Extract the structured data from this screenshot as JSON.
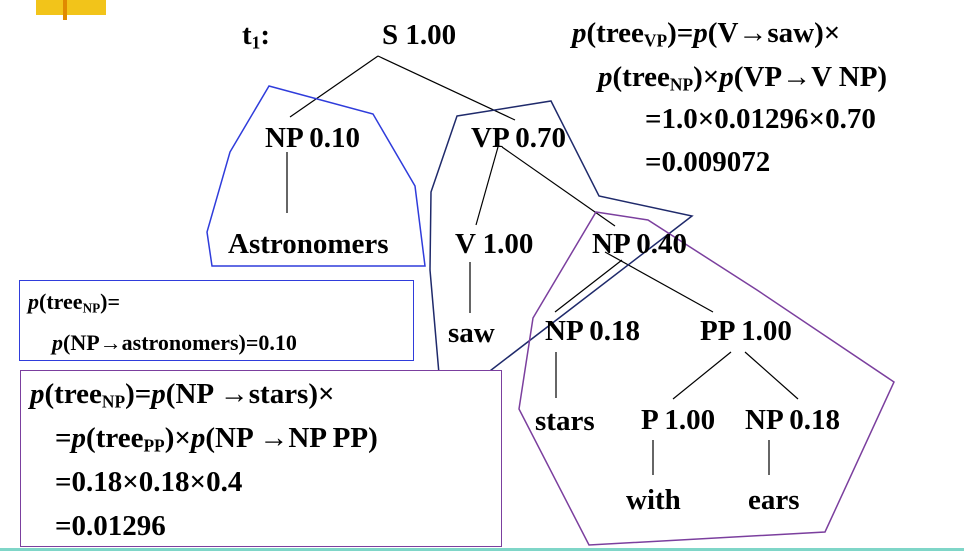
{
  "colors": {
    "accent_bar": "#F2C41A",
    "np_subtree_box": "#2F3CDB",
    "vp_subtree_box": "#1F2A6B",
    "np_pp_subtree_box": "#7B3F9E",
    "bottom_rule": "#7FD6C8"
  },
  "tree": {
    "name": "t",
    "name_sub": "1",
    "name_suffix": ":",
    "nodes": {
      "s": "S 1.00",
      "np": "NP 0.10",
      "vp": "VP 0.70",
      "astronomers": "Astronomers",
      "v": "V 1.00",
      "np2": "NP 0.40",
      "saw": "saw",
      "np3": "NP 0.18",
      "pp": "PP 1.00",
      "stars": "stars",
      "p": "P 1.00",
      "np4": "NP 0.18",
      "with": "with",
      "ears": "ears"
    }
  },
  "calc_vp": {
    "l1_a": "p",
    "l1_b": "(tree",
    "l1_sub": "VP",
    "l1_c": ")=",
    "l1_d": "p",
    "l1_e": "(V→saw)×",
    "l2_a": "p",
    "l2_b": "(tree",
    "l2_sub": "NP",
    "l2_c": ")×",
    "l2_d": "p",
    "l2_e": "(VP→V  NP)",
    "l3": "=1.0×0.01296×0.70",
    "l4": "=0.009072"
  },
  "calc_np1": {
    "l1_a": "p",
    "l1_b": "(tree",
    "l1_sub": "NP",
    "l1_c": ")=",
    "l2_a": "p",
    "l2_b": "(NP→astronomers)=0.10"
  },
  "calc_np2": {
    "l1_a": "p",
    "l1_b": "(tree",
    "l1_sub": "NP",
    "l1_c": ")=",
    "l1_d": "p",
    "l1_e": "(NP →stars)×",
    "l2_pre": "=",
    "l2_a": "p",
    "l2_b": "(tree",
    "l2_sub": "PP",
    "l2_c": ")×",
    "l2_d": "p",
    "l2_e": "(NP →NP  PP)",
    "l3": "=0.18×0.18×0.4",
    "l4": "=0.01296"
  }
}
